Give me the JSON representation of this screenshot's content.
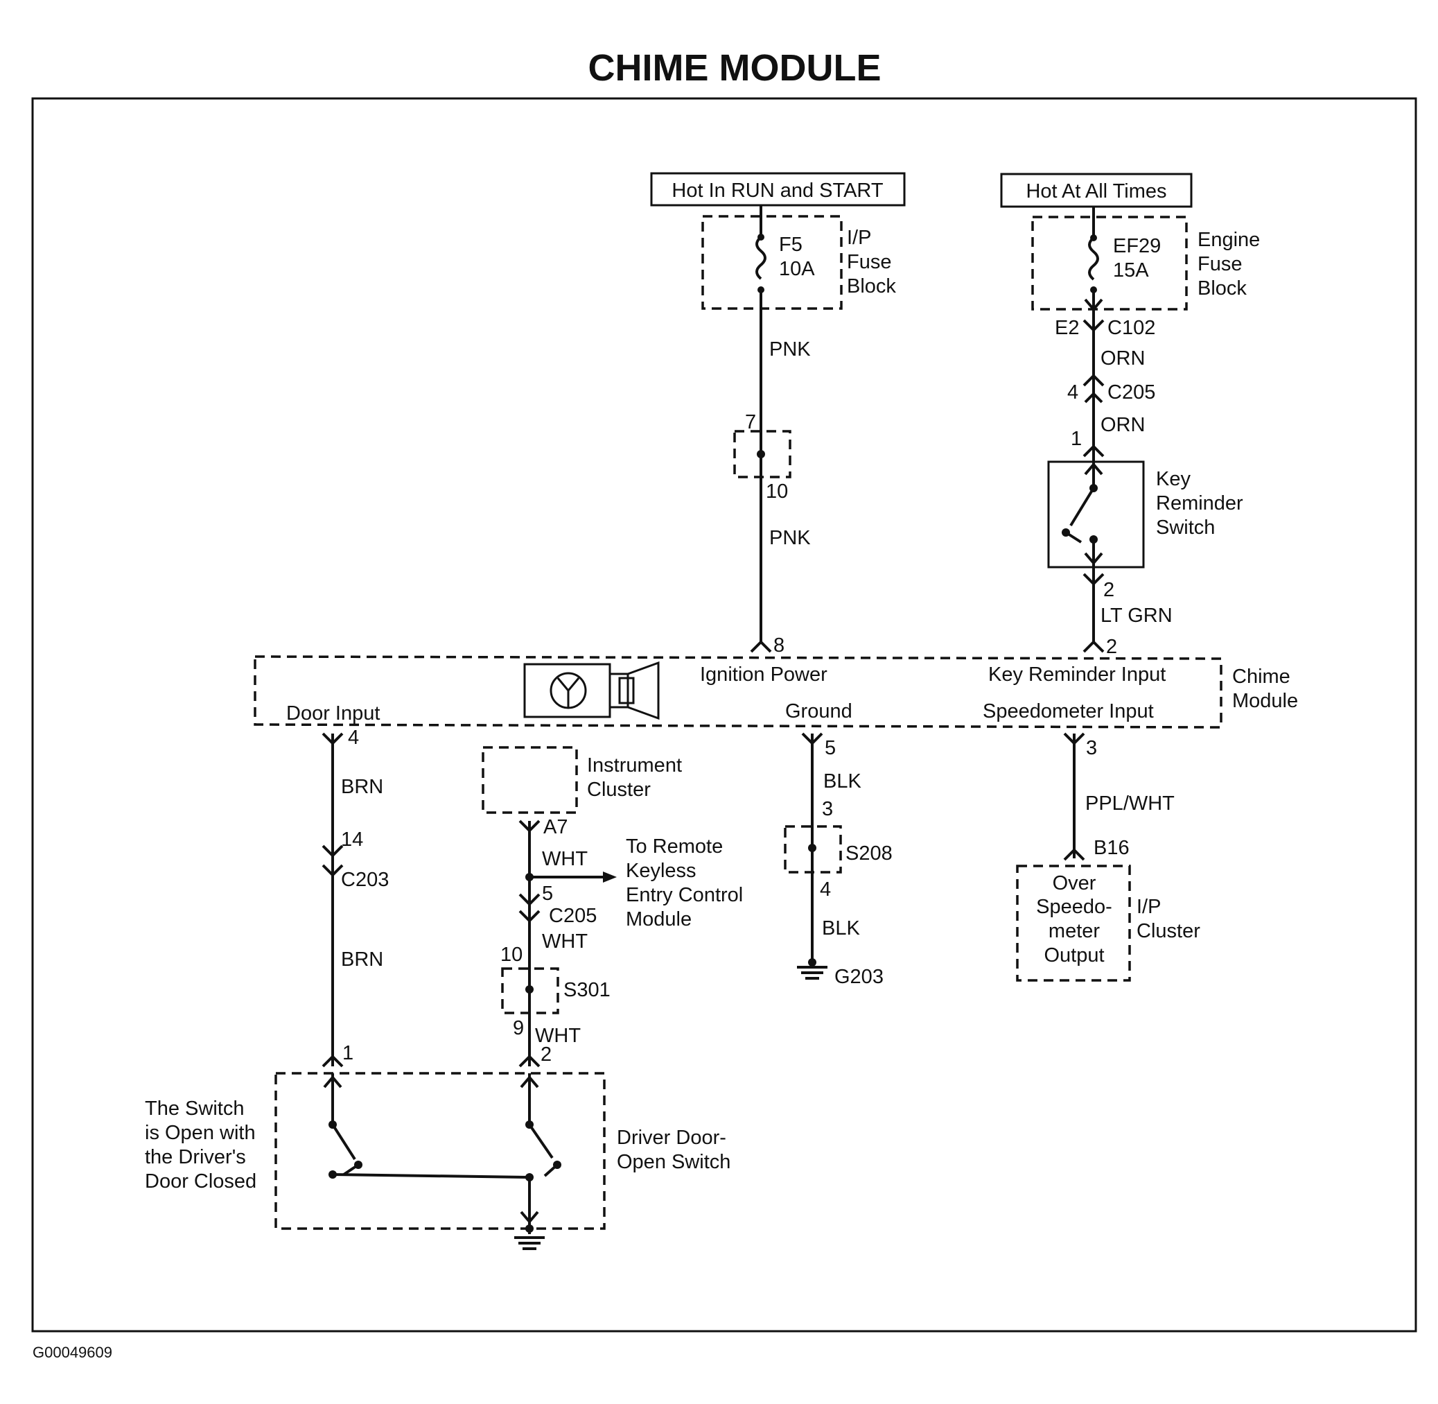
{
  "title": "CHIME MODULE",
  "figure_id": "G00049609",
  "power_sources": {
    "run_start": "Hot In RUN and START",
    "all_times": "Hot At All Times"
  },
  "fuses": {
    "ip_fuse": {
      "name": "F5",
      "rating": "10A",
      "block": [
        "I/P",
        "Fuse",
        "Block"
      ]
    },
    "engine_fuse": {
      "name": "EF29",
      "rating": "15A",
      "block": [
        "Engine",
        "Fuse",
        "Block"
      ]
    }
  },
  "connectors": {
    "e2": "E2",
    "c102": "C102",
    "c205_top": "C205",
    "c203": "C203",
    "c205_mid": "C205",
    "a7": "A7",
    "b16": "B16"
  },
  "splices": {
    "s208": "S208",
    "s301": "S301"
  },
  "grounds": {
    "g203": "G203"
  },
  "wire_colors": {
    "pnk_upper": "PNK",
    "pnk_lower": "PNK",
    "orn_upper": "ORN",
    "orn_lower": "ORN",
    "lt_grn": "LT GRN",
    "brn_upper": "BRN",
    "brn_lower": "BRN",
    "blk_upper": "BLK",
    "blk_lower": "BLK",
    "ppl_wht": "PPL/WHT",
    "wht_a": "WHT",
    "wht_b": "WHT",
    "wht_c": "WHT"
  },
  "pins": {
    "p7": "7",
    "p10a": "10",
    "p8": "8",
    "p4a": "4",
    "p1a": "1",
    "p2a": "2",
    "p2b": "2",
    "p4b": "4",
    "p14": "14",
    "p1b": "1",
    "p5a": "5",
    "p10b": "10",
    "p9": "9",
    "p2c": "2",
    "p5b": "5",
    "p3a": "3",
    "p4c": "4",
    "p3b": "3"
  },
  "key_reminder_switch": [
    "Key",
    "Reminder",
    "Switch"
  ],
  "chime_module": {
    "name": [
      "Chime",
      "Module"
    ],
    "ignition_power": "Ignition Power",
    "key_reminder_input": "Key Reminder Input",
    "door_input": "Door Input",
    "ground": "Ground",
    "speedometer_input": "Speedometer Input"
  },
  "instrument_cluster": [
    "Instrument",
    "Cluster"
  ],
  "remote_keyless": [
    "To Remote",
    "Keyless",
    "Entry Control",
    "Module"
  ],
  "overspeed": {
    "output": [
      "Over",
      "Speedo-",
      "meter",
      "Output"
    ],
    "cluster": [
      "I/P",
      "Cluster"
    ]
  },
  "driver_door_switch": [
    "Driver Door-",
    "Open Switch"
  ],
  "switch_note": [
    "The Switch",
    "is Open with",
    "the Driver's",
    "Door Closed"
  ]
}
